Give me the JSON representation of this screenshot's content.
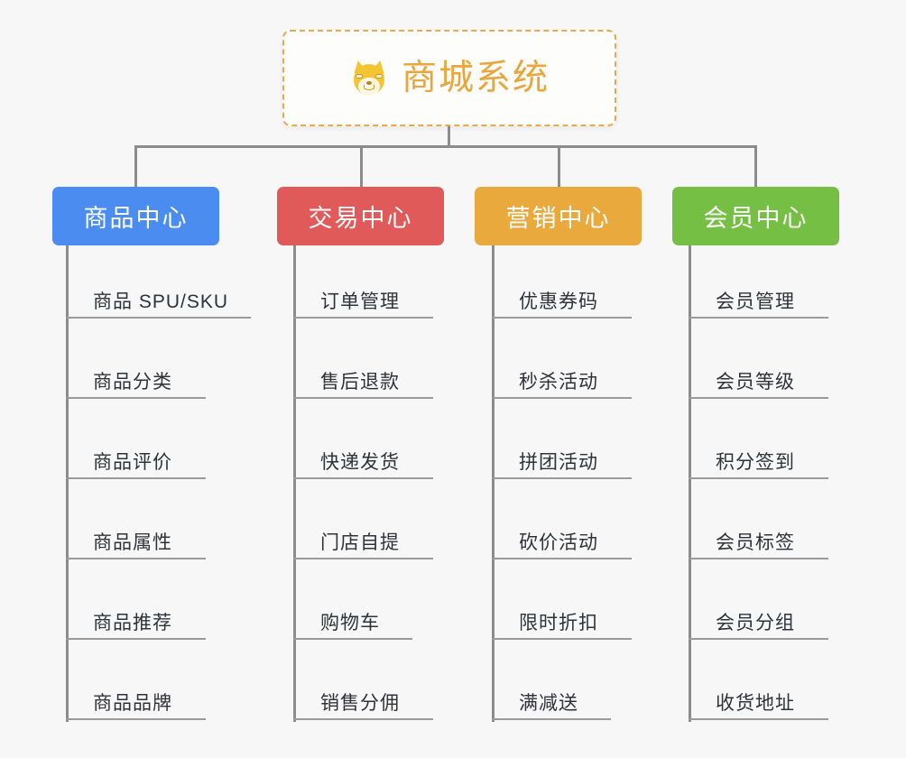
{
  "background_color": "#f7f7f7",
  "connector_color": "#8c8c8c",
  "root": {
    "title": "商城系统",
    "icon": "shiba-dog-face-emoji",
    "text_color": "#eaa63c",
    "border_color": "#eaa94a",
    "background_color": "#fdfdfc"
  },
  "columns": [
    {
      "label": "商品中心",
      "color": "#4a8cf0",
      "items": [
        "商品 SPU/SKU",
        "商品分类",
        "商品评价",
        "商品属性",
        "商品推荐",
        "商品品牌"
      ]
    },
    {
      "label": "交易中心",
      "color": "#e15a5a",
      "items": [
        "订单管理",
        "售后退款",
        "快递发货",
        "门店自提",
        "购物车",
        "销售分佣"
      ]
    },
    {
      "label": "营销中心",
      "color": "#eaa93c",
      "items": [
        "优惠券码",
        "秒杀活动",
        "拼团活动",
        "砍价活动",
        "限时折扣",
        "满减送"
      ]
    },
    {
      "label": "会员中心",
      "color": "#76bf45",
      "items": [
        "会员管理",
        "会员等级",
        "积分签到",
        "会员标签",
        "会员分组",
        "收货地址"
      ]
    }
  ]
}
